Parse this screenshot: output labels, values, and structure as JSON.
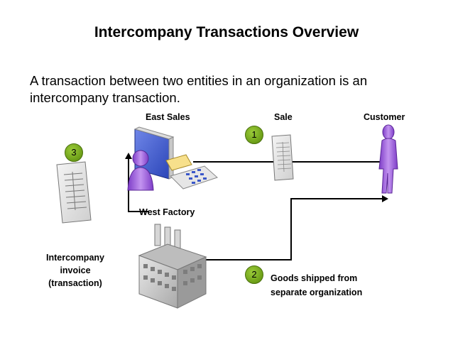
{
  "title": "Intercompany Transactions Overview",
  "intro": "A transaction between two entities in an organization is an intercompany transaction.",
  "labels": {
    "east_sales": "East Sales",
    "sale": "Sale",
    "customer": "Customer",
    "west_factory": "West Factory",
    "intercompany_invoice": [
      "Intercompany",
      "invoice",
      "(transaction)"
    ],
    "goods_shipped": [
      "Goods shipped from",
      "separate organization"
    ]
  },
  "badges": {
    "one": "1",
    "two": "2",
    "three": "3"
  },
  "colors": {
    "badge_green": "#7fae22",
    "person_purple": "#9b59d6",
    "monitor_blue": "#3a57c9",
    "connector_black": "#000000"
  },
  "icons": [
    "document-icon",
    "computer-user-icon",
    "customer-person-icon",
    "factory-icon"
  ]
}
